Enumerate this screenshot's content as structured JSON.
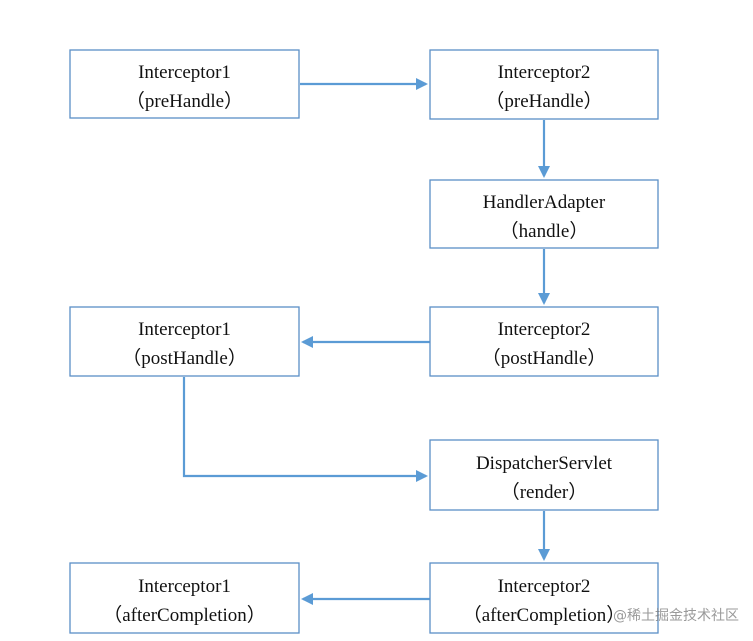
{
  "nodes": [
    {
      "id": "interceptor1-prehandle",
      "line1": "Interceptor1",
      "line2": "（preHandle）"
    },
    {
      "id": "interceptor2-prehandle",
      "line1": "Interceptor2",
      "line2": "（preHandle）"
    },
    {
      "id": "handleradapter-handle",
      "line1": "HandlerAdapter",
      "line2": "（handle）"
    },
    {
      "id": "interceptor2-posthandle",
      "line1": "Interceptor2",
      "line2": "（postHandle）"
    },
    {
      "id": "interceptor1-posthandle",
      "line1": "Interceptor1",
      "line2": "（postHandle）"
    },
    {
      "id": "dispatcherservlet-render",
      "line1": "DispatcherServlet",
      "line2": "（render）"
    },
    {
      "id": "interceptor2-aftercompletion",
      "line1": "Interceptor2",
      "line2": "（afterCompletion）"
    },
    {
      "id": "interceptor1-aftercompletion",
      "line1": "Interceptor1",
      "line2": "（afterCompletion）"
    }
  ],
  "edges": [
    {
      "from": "interceptor1-prehandle",
      "to": "interceptor2-prehandle"
    },
    {
      "from": "interceptor2-prehandle",
      "to": "handleradapter-handle"
    },
    {
      "from": "handleradapter-handle",
      "to": "interceptor2-posthandle"
    },
    {
      "from": "interceptor2-posthandle",
      "to": "interceptor1-posthandle"
    },
    {
      "from": "interceptor1-posthandle",
      "to": "dispatcherservlet-render"
    },
    {
      "from": "dispatcherservlet-render",
      "to": "interceptor2-aftercompletion"
    },
    {
      "from": "interceptor2-aftercompletion",
      "to": "interceptor1-aftercompletion"
    }
  ],
  "colors": {
    "box_border": "#5b8fc7",
    "arrow": "#5b9bd5"
  },
  "watermark": "@稀土掘金技术社区"
}
